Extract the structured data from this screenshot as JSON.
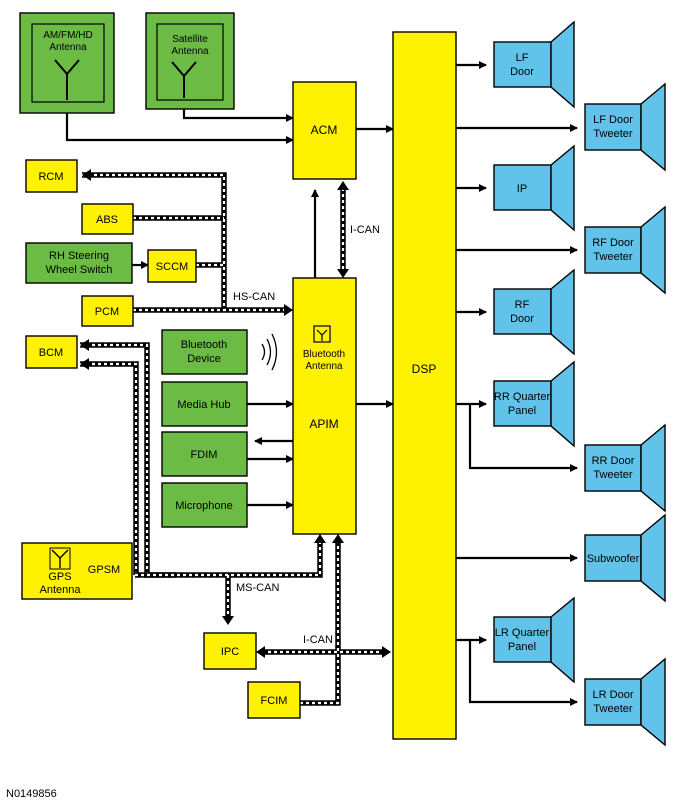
{
  "antennas": {
    "am_fm_hd": [
      "AM/FM/HD",
      "Antenna"
    ],
    "satellite": [
      "Satellite",
      "Antenna"
    ]
  },
  "modules": {
    "acm": "ACM",
    "dsp": "DSP",
    "apim": "APIM",
    "bt_antenna": [
      "Bluetooth",
      "Antenna"
    ],
    "rcm": "RCM",
    "abs": "ABS",
    "rh_steering": [
      "RH Steering",
      "Wheel Switch"
    ],
    "sccm": "SCCM",
    "pcm": "PCM",
    "bcm": "BCM",
    "bluetooth_device": [
      "Bluetooth",
      "Device"
    ],
    "media_hub": "Media Hub",
    "fdim": "FDIM",
    "microphone": "Microphone",
    "gpsm": "GPSM",
    "gps_antenna": [
      "GPS",
      "Antenna"
    ],
    "ipc": "IPC",
    "fcim": "FCIM"
  },
  "buses": {
    "ican_top": "I-CAN",
    "hscan": "HS-CAN",
    "mscan": "MS-CAN",
    "ican_bottom": "I-CAN"
  },
  "speakers": {
    "lf_door": [
      "LF",
      "Door"
    ],
    "lf_tweeter": [
      "LF Door",
      "Tweeter"
    ],
    "ip": [
      "IP"
    ],
    "rf_tweeter": [
      "RF Door",
      "Tweeter"
    ],
    "rf_door": [
      "RF",
      "Door"
    ],
    "rr_quarter": [
      "RR Quarter",
      "Panel"
    ],
    "rr_tweeter": [
      "RR Door",
      "Tweeter"
    ],
    "subwoofer": [
      "Subwoofer"
    ],
    "lr_quarter": [
      "LR Quarter",
      "Panel"
    ],
    "lr_tweeter": [
      "LR Door",
      "Tweeter"
    ]
  },
  "figure_id": "N0149856",
  "colors": {
    "module_yellow": "#fff200",
    "module_green": "#6cbb45",
    "speaker_blue": "#62c3ea"
  }
}
